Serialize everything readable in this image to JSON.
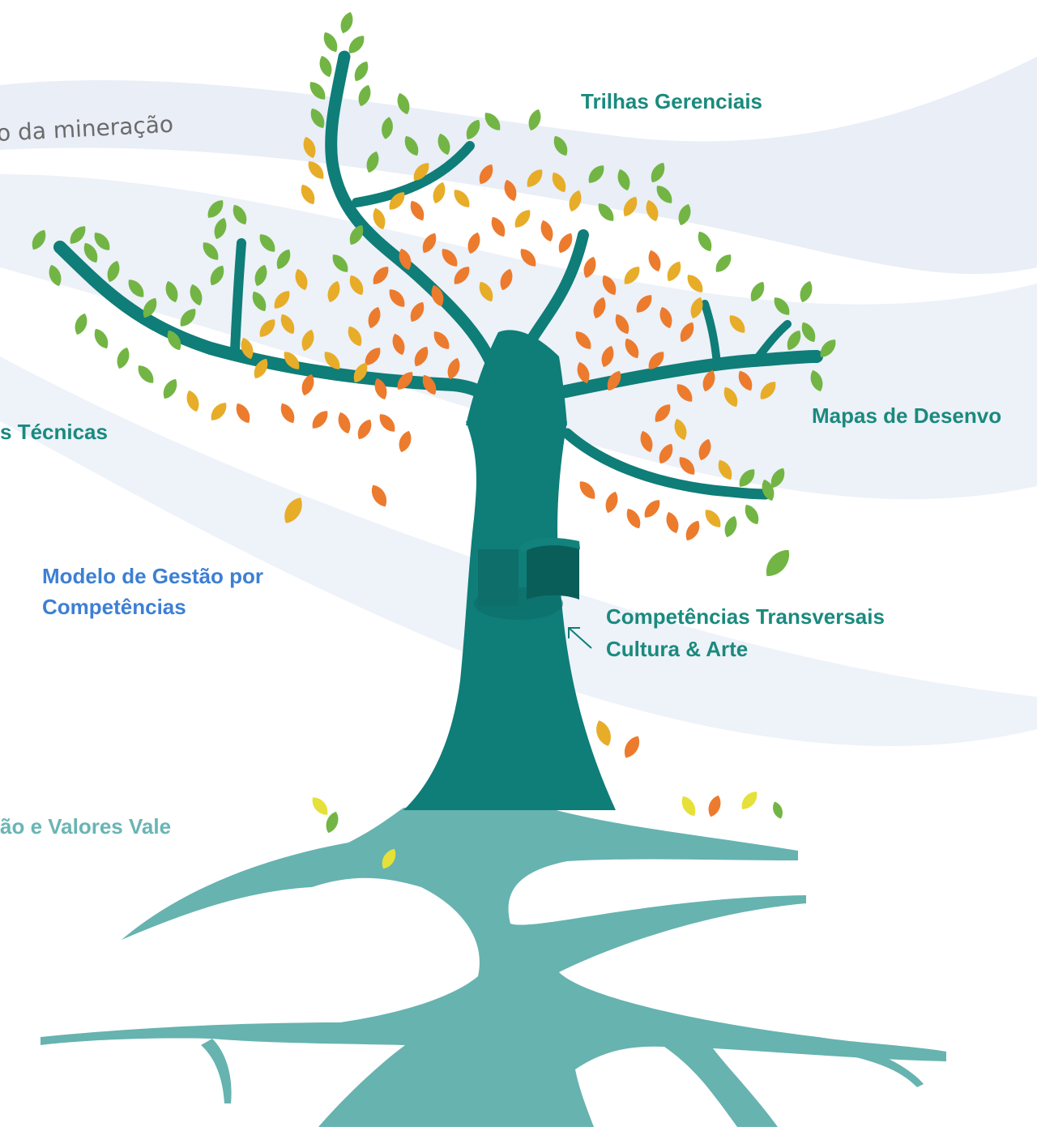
{
  "labels": {
    "mineracao": "o da mineração",
    "trilhas_gerenciais": "Trilhas Gerenciais",
    "mapas_desenvolvimento": "Mapas de Desenvo",
    "trilhas_tecnicas": "s Técnicas",
    "modelo_line1": "Modelo de Gestão por",
    "modelo_line2": "Competências",
    "transversais_line1": "Competências Transversais",
    "transversais_line2": "Cultura & Arte",
    "missao_valores": "ão e Valores Vale"
  },
  "colors": {
    "trunk": "#0f7d78",
    "roots": "#66b3b0",
    "leaf_green": "#72b544",
    "leaf_yellow": "#e7ad28",
    "leaf_orange": "#ec7b2e",
    "wave": "#e9eef7",
    "label_teal": "#1a8a7e",
    "label_blue": "#3d7fd4",
    "label_light": "#6ab5b3",
    "label_grey": "#6b6b6b"
  }
}
